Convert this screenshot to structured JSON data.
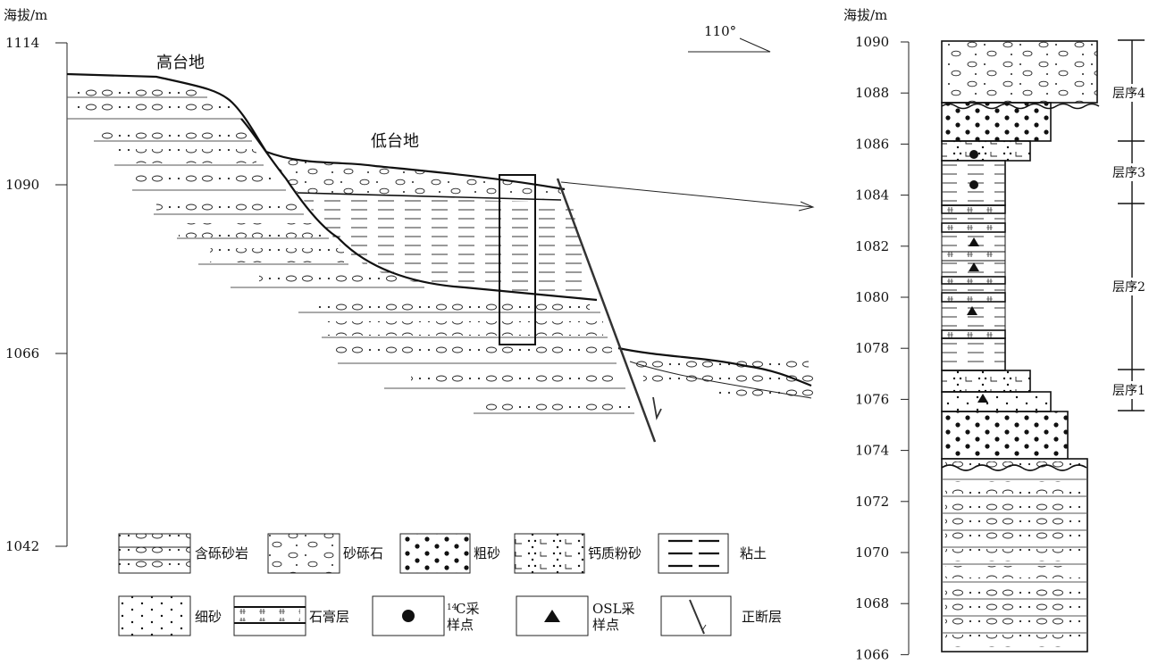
{
  "left_profile": {
    "axis_title": "海拔/m",
    "ticks": [
      "1114",
      "1090",
      "1066",
      "1042"
    ],
    "labels": {
      "high_terrace": "高台地",
      "low_terrace": "低台地",
      "direction": "110°"
    }
  },
  "legend": {
    "items": [
      {
        "label": "含砾砂岩"
      },
      {
        "label": "砂砾石"
      },
      {
        "label": "粗砂"
      },
      {
        "label": "钙质粉砂"
      },
      {
        "label": "粘土"
      },
      {
        "label": "细砂"
      },
      {
        "label": "石膏层"
      },
      {
        "label": "¹⁴C采样点",
        "line1": "14",
        "line1b": "C采",
        "line2": "样点"
      },
      {
        "label": "OSL采样点",
        "line1": "OSL采",
        "line2": "样点"
      },
      {
        "label": "正断层"
      }
    ]
  },
  "column": {
    "axis_title": "海拔/m",
    "ticks": [
      "1090",
      "1088",
      "1086",
      "1084",
      "1082",
      "1080",
      "1078",
      "1076",
      "1074",
      "1072",
      "1070",
      "1068",
      "1066"
    ],
    "sequences": [
      "层序4",
      "层序3",
      "层序2",
      "层序1"
    ]
  },
  "colors": {
    "ink": "#111111",
    "line": "#555555"
  }
}
